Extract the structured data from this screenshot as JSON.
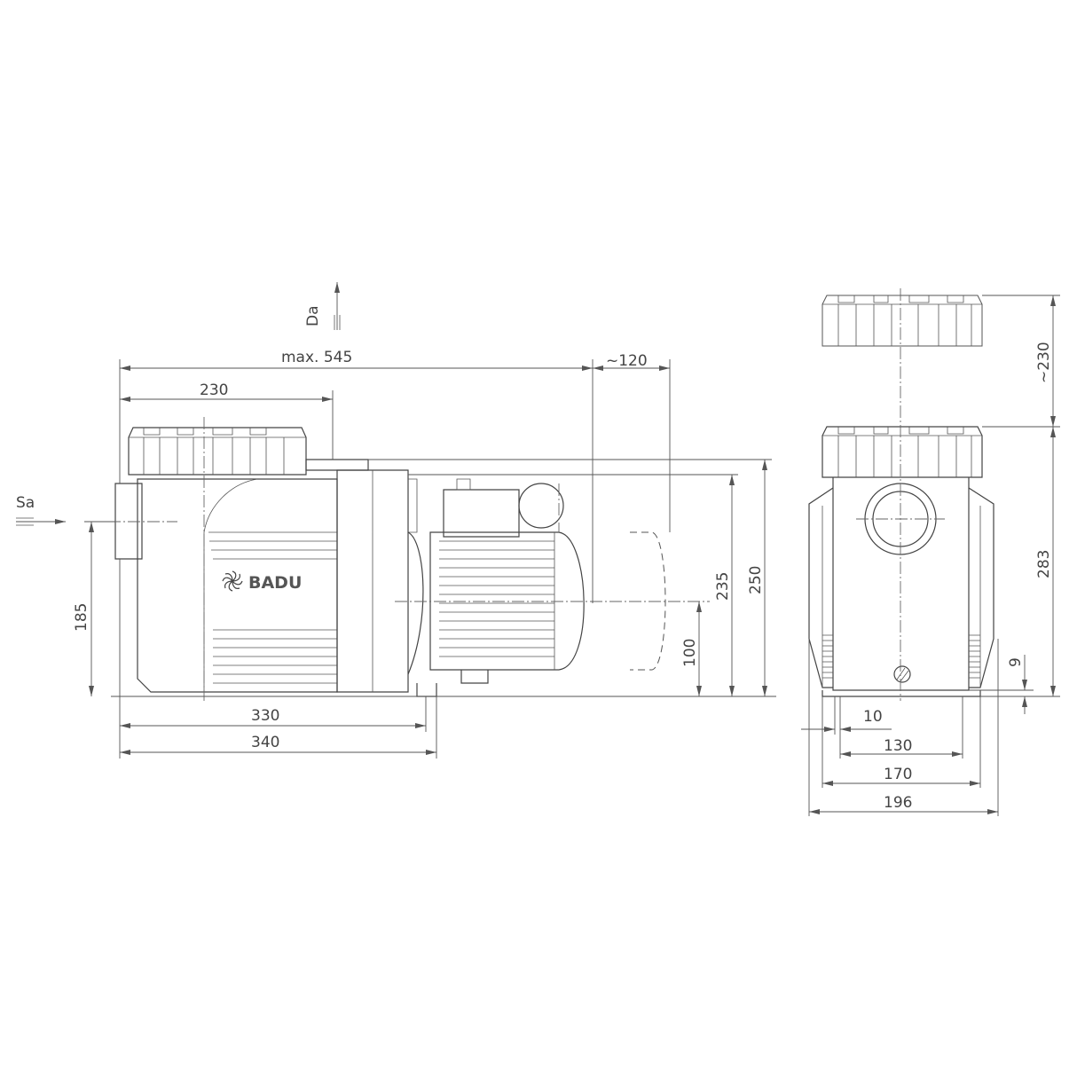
{
  "side_view": {
    "flow_labels": {
      "discharge": "Da",
      "suction": "Sa"
    },
    "brand_logo": "BADU",
    "dimensions": {
      "overall_length": "max. 545",
      "motor_clearance": "~120",
      "suction_to_discharge": "230",
      "suction_height": "185",
      "foot_length_330": "330",
      "foot_length_340": "340",
      "shaft_height": "100",
      "height_235": "235",
      "height_250": "250"
    }
  },
  "front_view": {
    "dimensions": {
      "lid_clearance": "~230",
      "height_283": "283",
      "foot_thickness": "9",
      "foot_width": "10",
      "width_130": "130",
      "width_170": "170",
      "width_196": "196"
    }
  }
}
